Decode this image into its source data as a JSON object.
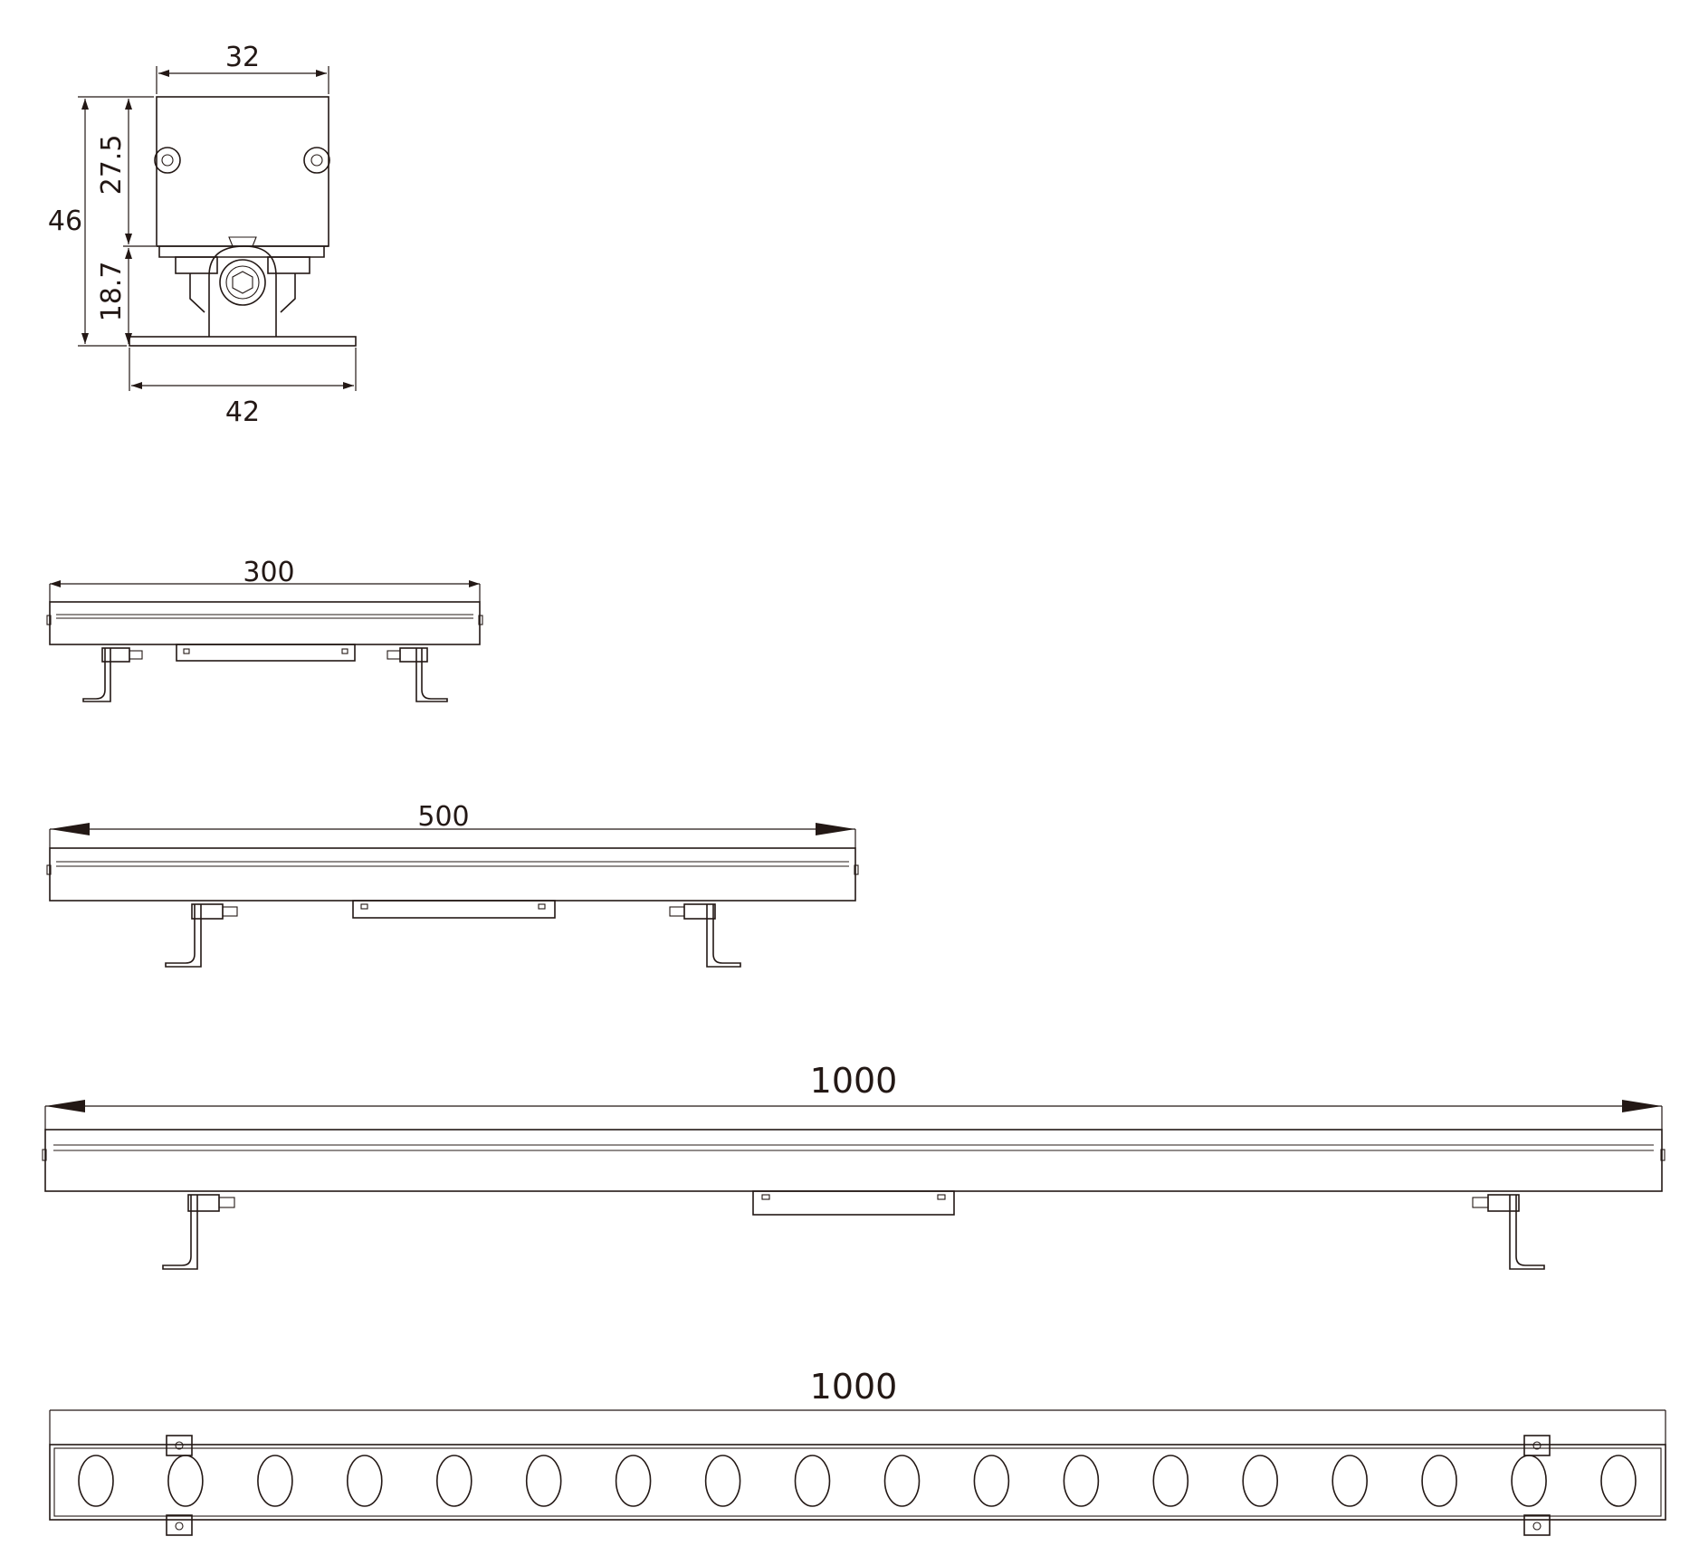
{
  "end_view": {
    "width_top": "32",
    "height_upper": "27.5",
    "height_total": "46",
    "height_lower": "18.7",
    "width_base": "42"
  },
  "side_views": [
    {
      "length": "300"
    },
    {
      "length": "500"
    },
    {
      "length": "1000"
    }
  ],
  "front_view": {
    "length": "1000",
    "lens_count": 18
  }
}
